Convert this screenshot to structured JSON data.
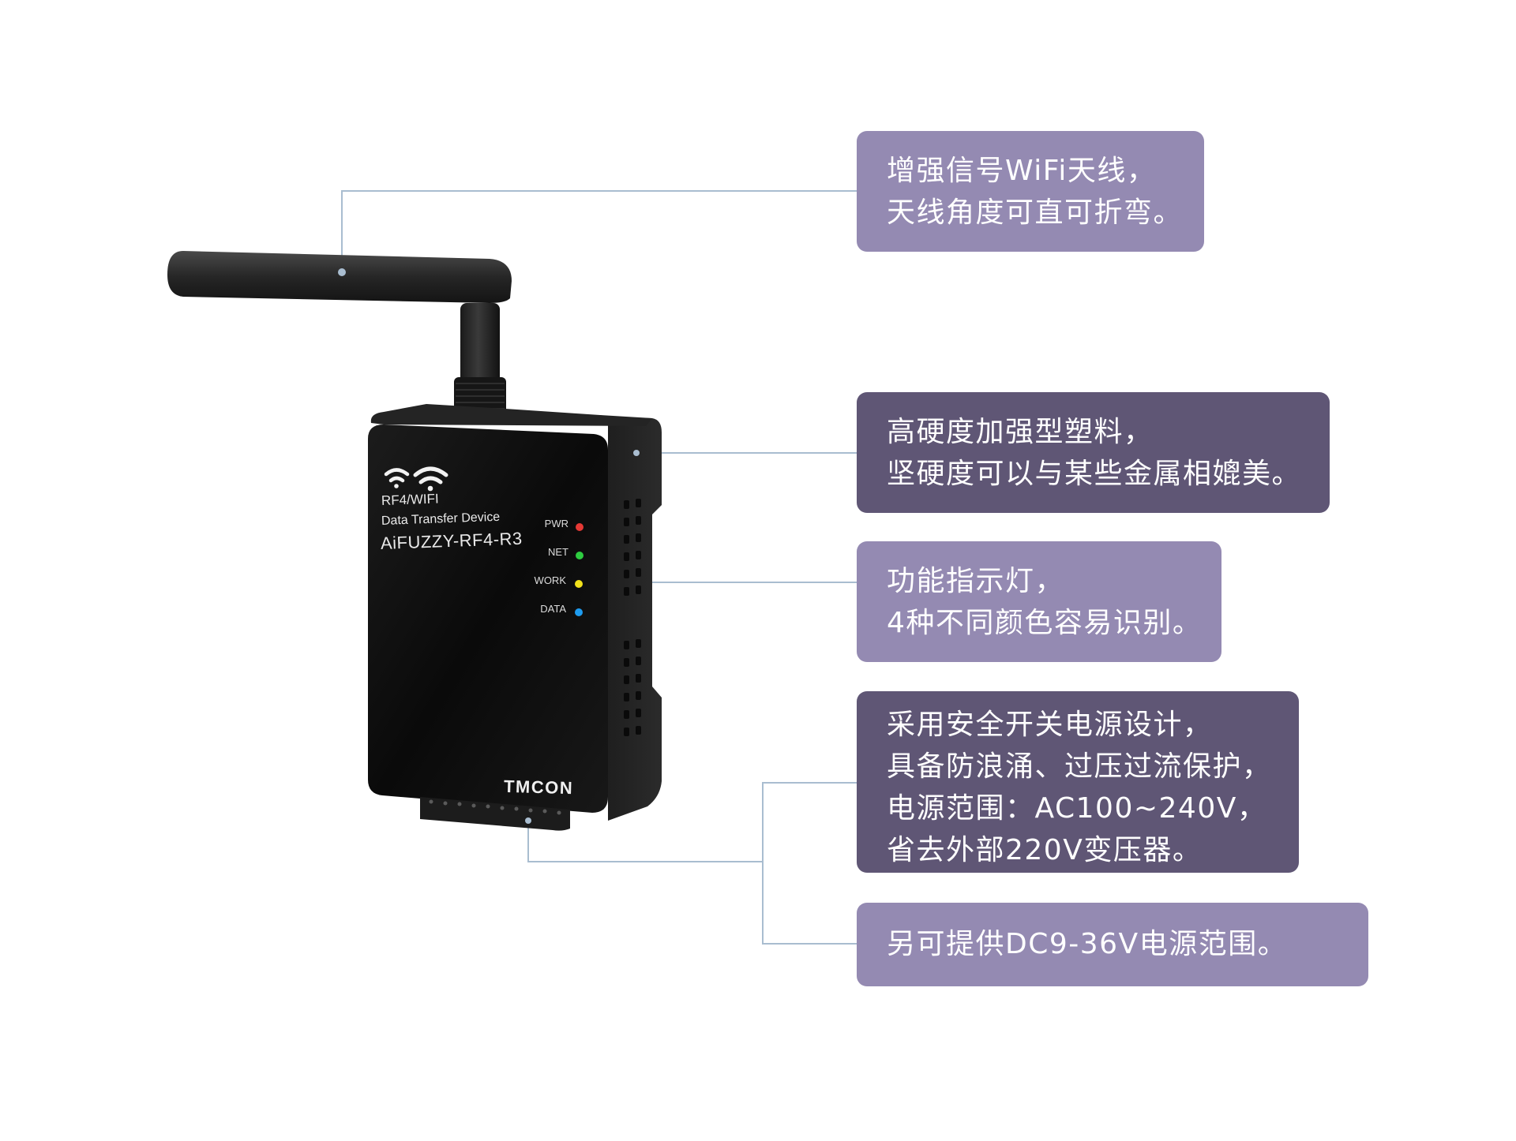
{
  "device": {
    "model_line1": "RF4/WIFI",
    "model_line2": "Data Transfer Device",
    "model_line3": "AiFUZZY-RF4-R3",
    "brand": "TMCON",
    "leds": [
      {
        "label": "PWR",
        "color": "#e53935"
      },
      {
        "label": "NET",
        "color": "#2ecc40"
      },
      {
        "label": "WORK",
        "color": "#f2e21b"
      },
      {
        "label": "DATA",
        "color": "#1e9cf0"
      }
    ]
  },
  "callouts": [
    {
      "lines": [
        "增强信号WiFi天线，",
        "天线角度可直可折弯。"
      ],
      "style": "light"
    },
    {
      "lines": [
        "高硬度加强型塑料，",
        "坚硬度可以与某些金属相媲美。"
      ],
      "style": "dark"
    },
    {
      "lines": [
        "功能指示灯，",
        "4种不同颜色容易识别。"
      ],
      "style": "light"
    },
    {
      "lines": [
        "采用安全开关电源设计，",
        "具备防浪涌、过压过流保护，",
        "电源范围：AC100~240V，",
        "省去外部220V变压器。"
      ],
      "style": "dark"
    },
    {
      "lines": [
        "另可提供DC9-36V电源范围。"
      ],
      "style": "light"
    }
  ],
  "colors": {
    "callout_light": "#948ab2",
    "callout_dark": "#5f5675",
    "leader_line": "#a9bdd0",
    "device_body": "#111111"
  }
}
